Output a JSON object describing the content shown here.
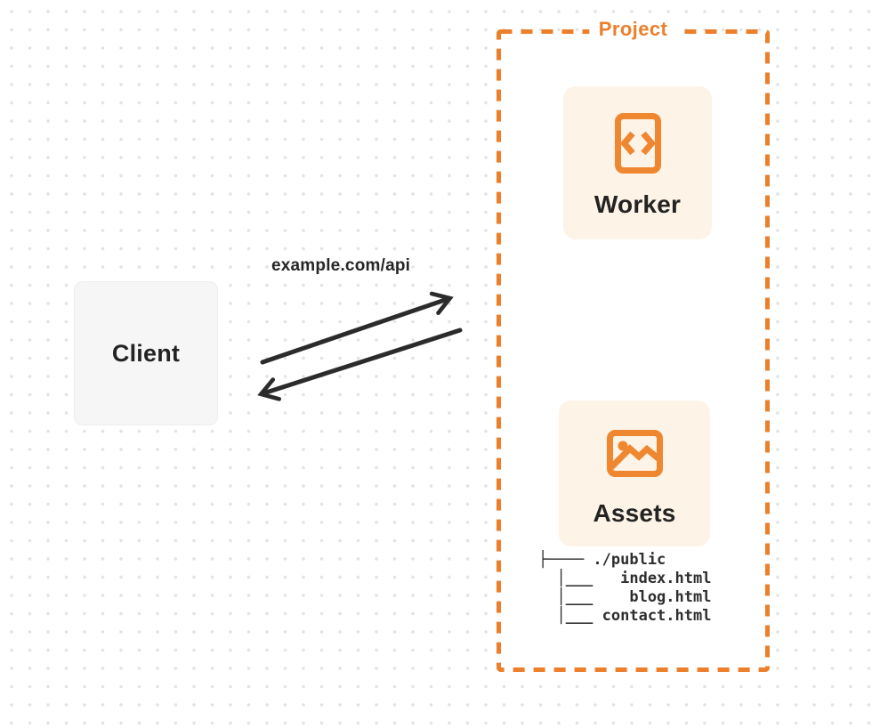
{
  "client": {
    "label": "Client"
  },
  "request": {
    "label": "example.com/api"
  },
  "project": {
    "label": "Project",
    "worker": {
      "label": "Worker",
      "icon": "code-file-icon"
    },
    "assets": {
      "label": "Assets",
      "icon": "image-icon"
    },
    "file_tree": {
      "lines": [
        "├──── ./public",
        "  │___   index.html",
        "  │___    blog.html",
        "  │___ contact.html"
      ]
    }
  },
  "arrows": {
    "request_arrow": "client-to-project",
    "response_arrow": "project-to-client"
  },
  "colors": {
    "accent_orange": "#ed7f2b",
    "icon_orange": "#ef8630",
    "card_background": "#fdf3e6",
    "client_background": "#f6f6f7",
    "arrow_dark": "#2b2b2b",
    "text_dark": "#232323",
    "dot_grid": "#e2e2e3",
    "background": "#ffffff"
  }
}
